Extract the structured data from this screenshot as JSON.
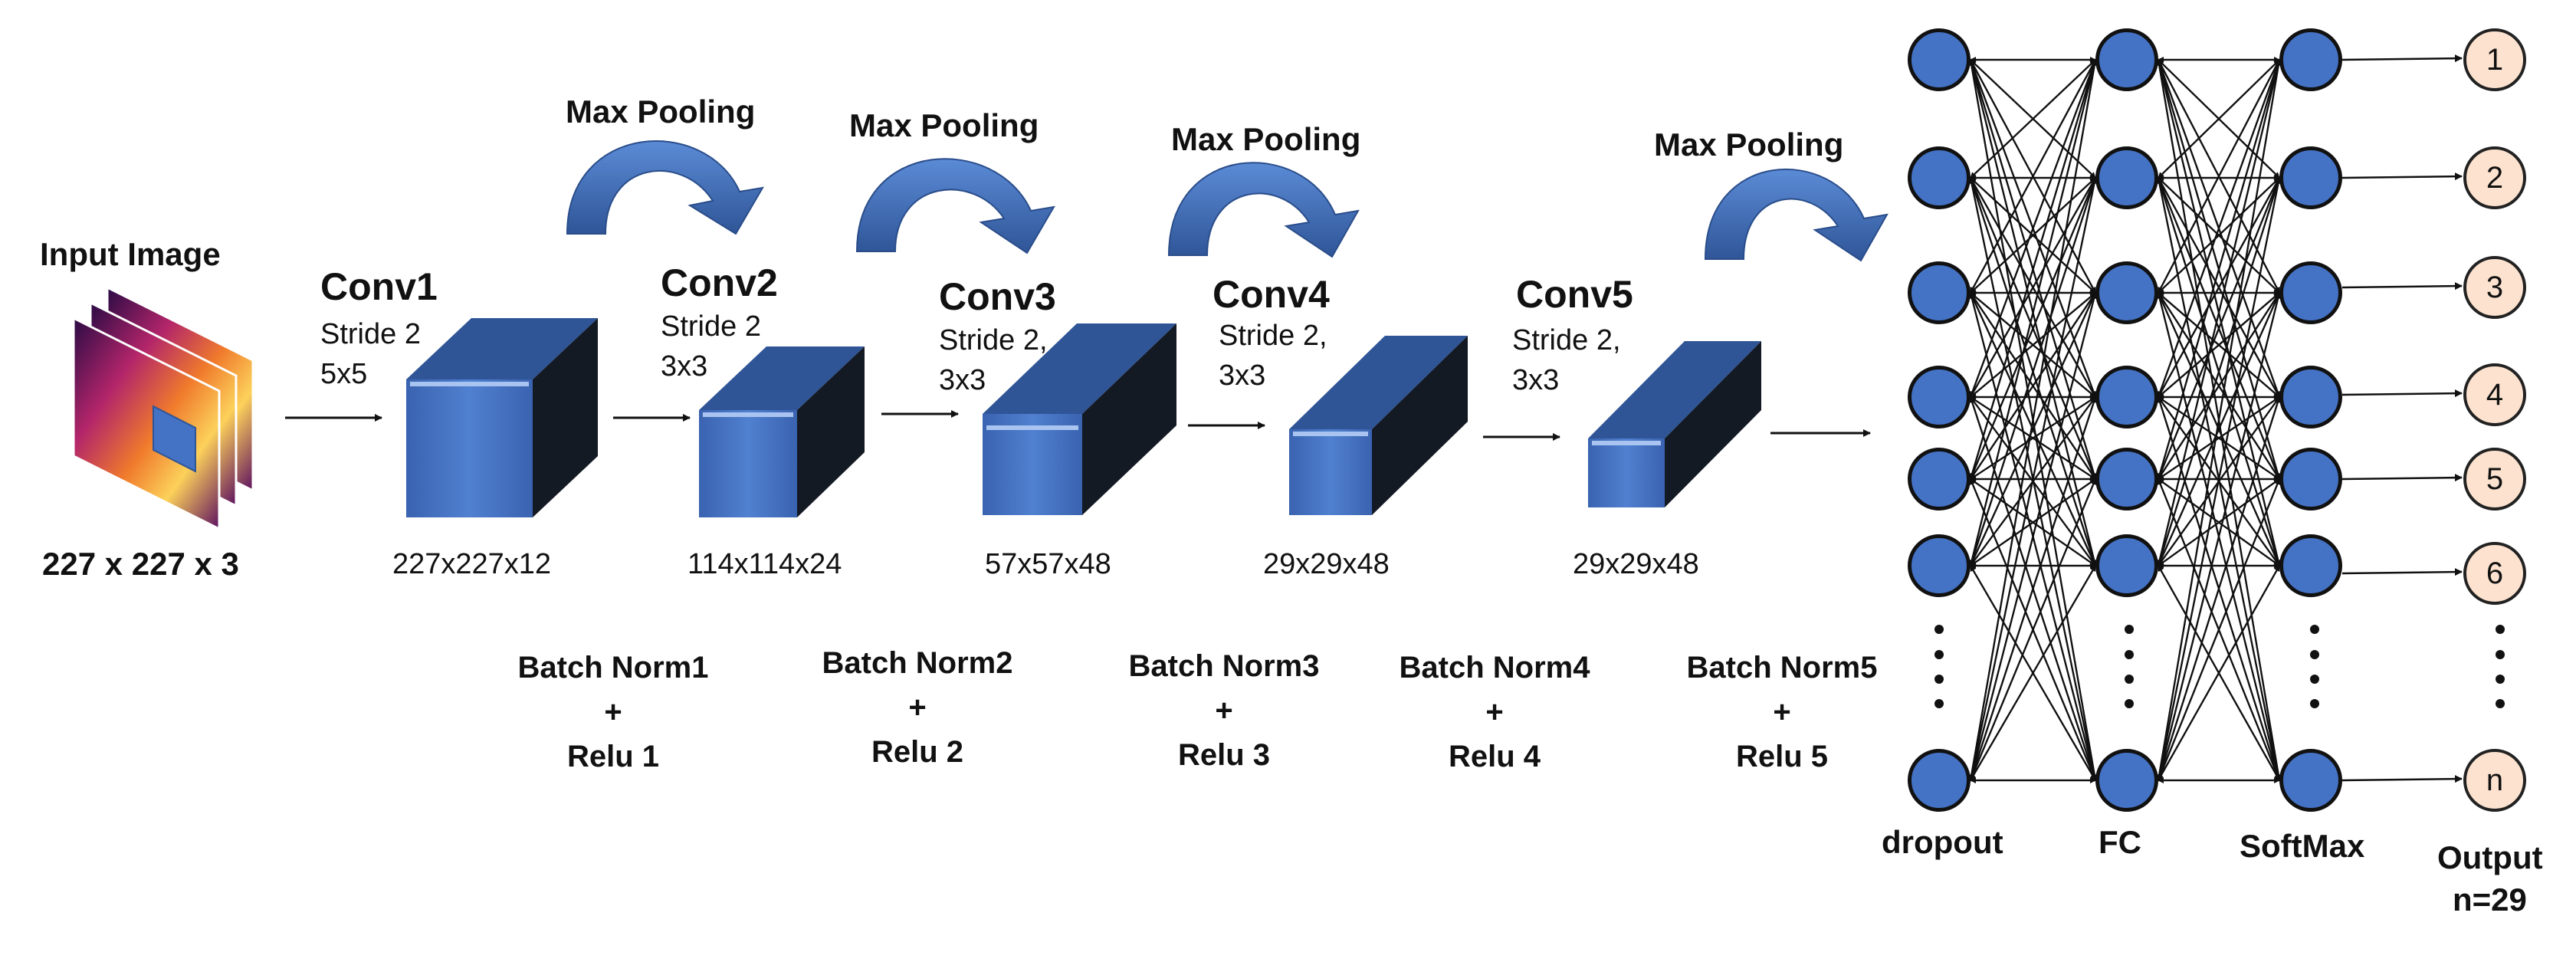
{
  "input": {
    "title": "Input Image",
    "size": "227 x 227 x 3"
  },
  "convs": [
    {
      "name": "Conv1",
      "line1": "Stride 2",
      "line2": "5x5",
      "dim": "227x227x12"
    },
    {
      "name": "Conv2",
      "line1": "Stride 2",
      "line2": "3x3",
      "dim": "114x114x24"
    },
    {
      "name": "Conv3",
      "line1": "Stride 2,",
      "line2": "3x3",
      "dim": "57x57x48"
    },
    {
      "name": "Conv4",
      "line1": "Stride 2,",
      "line2": "3x3",
      "dim": "29x29x48"
    },
    {
      "name": "Conv5",
      "line1": "Stride 2,",
      "line2": "3x3",
      "dim": "29x29x48"
    }
  ],
  "pooling_label": "Max Pooling",
  "batch_norms": [
    {
      "bn": "Batch Norm1",
      "plus": "+",
      "relu": "Relu  1"
    },
    {
      "bn": "Batch Norm2",
      "plus": "+",
      "relu": "Relu 2"
    },
    {
      "bn": "Batch Norm3",
      "plus": "+",
      "relu": "Relu  3"
    },
    {
      "bn": "Batch Norm4",
      "plus": "+",
      "relu": "Relu  4"
    },
    {
      "bn": "Batch Norm5",
      "plus": "+",
      "relu": "Relu  5"
    }
  ],
  "layers": {
    "dropout": "dropout",
    "fc": "FC",
    "softmax": "SoftMax",
    "output": "Output",
    "output_n": "n=29"
  },
  "outputs": [
    "1",
    "2",
    "3",
    "4",
    "5",
    "6",
    "n"
  ],
  "colors": {
    "node_fill": "#4472c4",
    "cube_front": "#4472c4",
    "cube_top": "#2f5597",
    "cube_side": "#141a24",
    "output_fill": "#fde3cf"
  }
}
